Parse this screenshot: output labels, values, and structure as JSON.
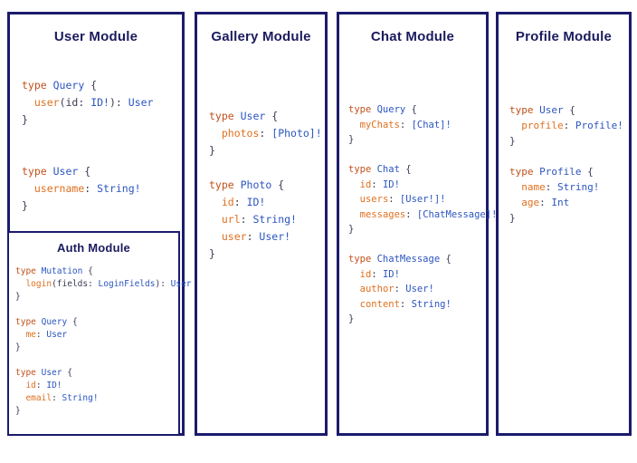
{
  "colors": {
    "border": "#1b1b6e",
    "title": "#1b1b5e",
    "keyword": "#c1511b",
    "field": "#e0701f",
    "type": "#2b55c0",
    "punct": "#3a3a55",
    "bg": "#ffffff"
  },
  "panels": {
    "user": {
      "title": "User Module",
      "code": [
        [
          [
            "kw",
            "type "
          ],
          [
            "typ",
            "Query "
          ],
          [
            "pun",
            "{"
          ]
        ],
        [
          [
            "pun",
            "  "
          ],
          [
            "fld",
            "user"
          ],
          [
            "pun",
            "("
          ],
          [
            "pun",
            "id: "
          ],
          [
            "typ",
            "ID!"
          ],
          [
            "pun",
            "): "
          ],
          [
            "typ",
            "User"
          ]
        ],
        [
          [
            "pun",
            "}"
          ]
        ],
        [],
        [],
        [
          [
            "kw",
            "type "
          ],
          [
            "typ",
            "User "
          ],
          [
            "pun",
            "{"
          ]
        ],
        [
          [
            "pun",
            "  "
          ],
          [
            "fld",
            "username"
          ],
          [
            "pun",
            ": "
          ],
          [
            "typ",
            "String!"
          ]
        ],
        [
          [
            "pun",
            "}"
          ]
        ]
      ]
    },
    "auth": {
      "title": "Auth Module",
      "code": [
        [
          [
            "kw",
            "type "
          ],
          [
            "typ",
            "Mutation "
          ],
          [
            "pun",
            "{"
          ]
        ],
        [
          [
            "pun",
            "  "
          ],
          [
            "fld",
            "login"
          ],
          [
            "pun",
            "(fields: "
          ],
          [
            "typ",
            "LoginFields"
          ],
          [
            "pun",
            "): "
          ],
          [
            "typ",
            "User"
          ]
        ],
        [
          [
            "pun",
            "}"
          ]
        ],
        [],
        [
          [
            "kw",
            "type "
          ],
          [
            "typ",
            "Query "
          ],
          [
            "pun",
            "{"
          ]
        ],
        [
          [
            "pun",
            "  "
          ],
          [
            "fld",
            "me"
          ],
          [
            "pun",
            ": "
          ],
          [
            "typ",
            "User"
          ]
        ],
        [
          [
            "pun",
            "}"
          ]
        ],
        [],
        [
          [
            "kw",
            "type "
          ],
          [
            "typ",
            "User "
          ],
          [
            "pun",
            "{"
          ]
        ],
        [
          [
            "pun",
            "  "
          ],
          [
            "fld",
            "id"
          ],
          [
            "pun",
            ": "
          ],
          [
            "typ",
            "ID!"
          ]
        ],
        [
          [
            "pun",
            "  "
          ],
          [
            "fld",
            "email"
          ],
          [
            "pun",
            ": "
          ],
          [
            "typ",
            "String!"
          ]
        ],
        [
          [
            "pun",
            "}"
          ]
        ]
      ]
    },
    "gallery": {
      "title": "Gallery Module",
      "code": [
        [
          [
            "kw",
            "type "
          ],
          [
            "typ",
            "User "
          ],
          [
            "pun",
            "{"
          ]
        ],
        [
          [
            "pun",
            "  "
          ],
          [
            "fld",
            "photos"
          ],
          [
            "pun",
            ": "
          ],
          [
            "typ",
            "[Photo]!"
          ]
        ],
        [
          [
            "pun",
            "}"
          ]
        ],
        [],
        [
          [
            "kw",
            "type "
          ],
          [
            "typ",
            "Photo "
          ],
          [
            "pun",
            "{"
          ]
        ],
        [
          [
            "pun",
            "  "
          ],
          [
            "fld",
            "id"
          ],
          [
            "pun",
            ": "
          ],
          [
            "typ",
            "ID!"
          ]
        ],
        [
          [
            "pun",
            "  "
          ],
          [
            "fld",
            "url"
          ],
          [
            "pun",
            ": "
          ],
          [
            "typ",
            "String!"
          ]
        ],
        [
          [
            "pun",
            "  "
          ],
          [
            "fld",
            "user"
          ],
          [
            "pun",
            ": "
          ],
          [
            "typ",
            "User!"
          ]
        ],
        [
          [
            "pun",
            "}"
          ]
        ]
      ]
    },
    "chat": {
      "title": "Chat Module",
      "code": [
        [
          [
            "kw",
            "type "
          ],
          [
            "typ",
            "Query "
          ],
          [
            "pun",
            "{"
          ]
        ],
        [
          [
            "pun",
            "  "
          ],
          [
            "fld",
            "myChats"
          ],
          [
            "pun",
            ": "
          ],
          [
            "typ",
            "[Chat]!"
          ]
        ],
        [
          [
            "pun",
            "}"
          ]
        ],
        [],
        [
          [
            "kw",
            "type "
          ],
          [
            "typ",
            "Chat "
          ],
          [
            "pun",
            "{"
          ]
        ],
        [
          [
            "pun",
            "  "
          ],
          [
            "fld",
            "id"
          ],
          [
            "pun",
            ": "
          ],
          [
            "typ",
            "ID!"
          ]
        ],
        [
          [
            "pun",
            "  "
          ],
          [
            "fld",
            "users"
          ],
          [
            "pun",
            ": "
          ],
          [
            "typ",
            "[User!]!"
          ]
        ],
        [
          [
            "pun",
            "  "
          ],
          [
            "fld",
            "messages"
          ],
          [
            "pun",
            ": "
          ],
          [
            "typ",
            "[ChatMessage]!"
          ]
        ],
        [
          [
            "pun",
            "}"
          ]
        ],
        [],
        [
          [
            "kw",
            "type "
          ],
          [
            "typ",
            "ChatMessage "
          ],
          [
            "pun",
            "{"
          ]
        ],
        [
          [
            "pun",
            "  "
          ],
          [
            "fld",
            "id"
          ],
          [
            "pun",
            ": "
          ],
          [
            "typ",
            "ID!"
          ]
        ],
        [
          [
            "pun",
            "  "
          ],
          [
            "fld",
            "author"
          ],
          [
            "pun",
            ": "
          ],
          [
            "typ",
            "User!"
          ]
        ],
        [
          [
            "pun",
            "  "
          ],
          [
            "fld",
            "content"
          ],
          [
            "pun",
            ": "
          ],
          [
            "typ",
            "String!"
          ]
        ],
        [
          [
            "pun",
            "}"
          ]
        ]
      ]
    },
    "profile": {
      "title": "Profile Module",
      "code": [
        [
          [
            "kw",
            "type "
          ],
          [
            "typ",
            "User "
          ],
          [
            "pun",
            "{"
          ]
        ],
        [
          [
            "pun",
            "  "
          ],
          [
            "fld",
            "profile"
          ],
          [
            "pun",
            ": "
          ],
          [
            "typ",
            "Profile!"
          ]
        ],
        [
          [
            "pun",
            "}"
          ]
        ],
        [],
        [
          [
            "kw",
            "type "
          ],
          [
            "typ",
            "Profile "
          ],
          [
            "pun",
            "{"
          ]
        ],
        [
          [
            "pun",
            "  "
          ],
          [
            "fld",
            "name"
          ],
          [
            "pun",
            ": "
          ],
          [
            "typ",
            "String!"
          ]
        ],
        [
          [
            "pun",
            "  "
          ],
          [
            "fld",
            "age"
          ],
          [
            "pun",
            ": "
          ],
          [
            "typ",
            "Int"
          ]
        ],
        [
          [
            "pun",
            "}"
          ]
        ]
      ]
    }
  }
}
